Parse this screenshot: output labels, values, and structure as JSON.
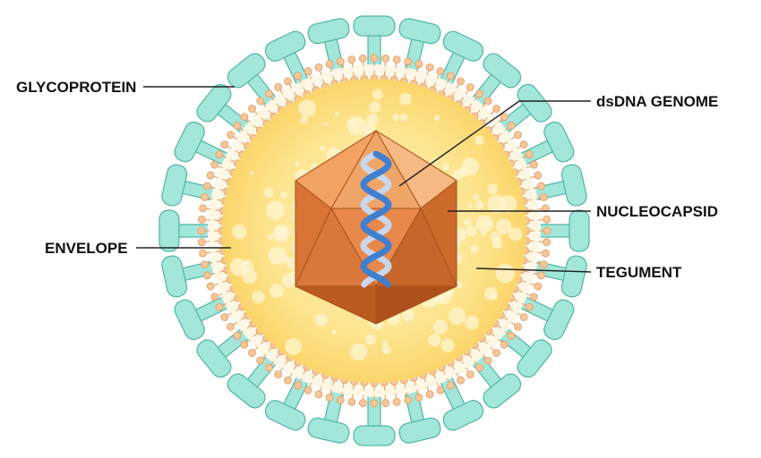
{
  "labels": {
    "glycoprotein": "GLYCOPROTEIN",
    "envelope": "ENVELOPE",
    "dsdna_genome": "dsDNA GENOME",
    "nucleocapsid": "NUCLEOCAPSID",
    "tegument": "TEGUMENT"
  },
  "colors": {
    "spike": "#a3e6da",
    "spike_stroke": "#4fb6a5",
    "lipid_head": "#f6c79b",
    "lipid_stroke": "#e39a5b",
    "tegument": "#fde89a",
    "capsid_light": "#f2a86a",
    "capsid_mid": "#e6813f",
    "capsid_dark": "#b9581f",
    "dna_dark": "#3f7fcf",
    "dna_light": "#c8d7ee",
    "leader_line": "#222222"
  }
}
